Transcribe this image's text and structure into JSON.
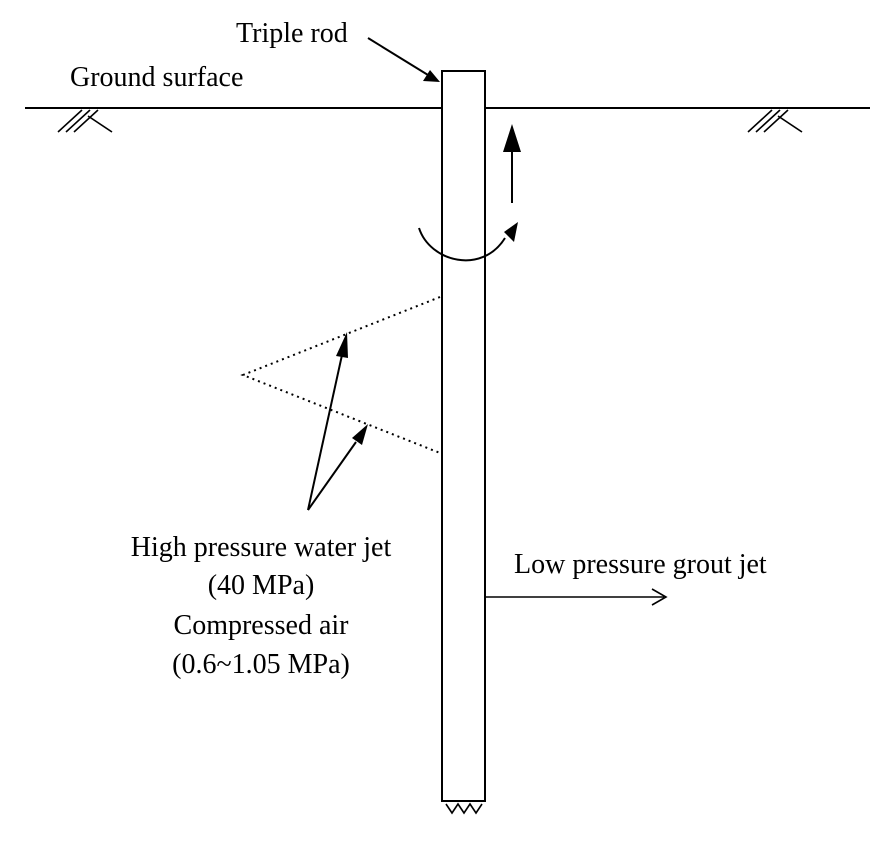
{
  "labels": {
    "triple_rod": "Triple rod",
    "ground_surface": "Ground surface",
    "water_jet_line1": "High pressure water jet",
    "water_jet_line2": "(40 MPa)",
    "air_line1": "Compressed air",
    "air_line2": "(0.6~1.05 MPa)",
    "grout_jet": "Low pressure grout jet"
  }
}
